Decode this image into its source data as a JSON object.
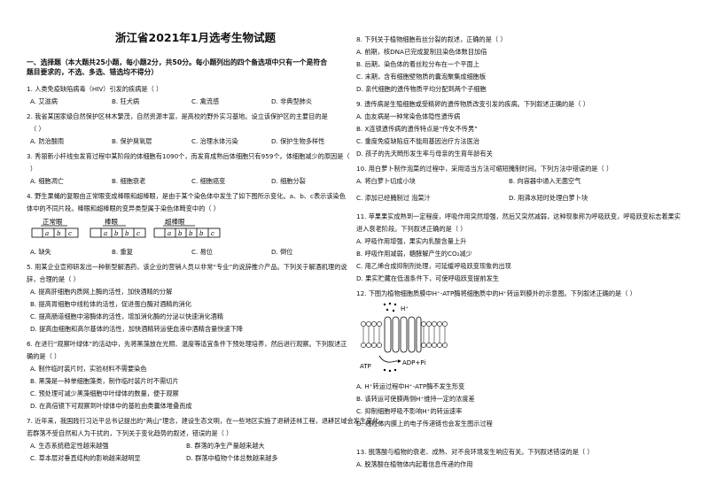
{
  "title": "浙江省2021年1月选考生物试题",
  "section1": "一、选择题（本大题共25小题，每小题2分，共50分。每小题列出的四个备选项中只有一个是符合",
  "section1b": "题目要求的，不选、多选、错选均不得分）",
  "q1": {
    "stem": "1. 人类免疫缺陷病毒（HIV）引发的疾病是（    ）",
    "a": "A. 艾滋病",
    "b": "B. 狂犬病",
    "c": "C. 禽流感",
    "d": "D. 非典型肺炎"
  },
  "q2": {
    "stem": "2. 我省某国家级自然保护区林木繁茂，自然资源丰富，是高校的野外实习基地。设立该保护区的主要目的是",
    "stem2": "（    ）",
    "a": "A. 防治酸雨",
    "b": "B. 保护臭氧层",
    "c": "C. 治理水体污染",
    "d": "D. 保护生物多样性"
  },
  "q3": {
    "stem": "3. 秀丽新小杆线虫发育过程中某阶段的体细胞有1090个，而发育成熟后体细胞只有959个。体细胞减少的原因是（",
    "stem2": "）",
    "a": "A. 细胞凋亡",
    "b": "B. 细胞衰老",
    "c": "C. 细胞癌变",
    "d": "D. 细胞分裂"
  },
  "q4": {
    "stem": "4. 野生果蝇的复眼由正常眼变成棒眼和超棒眼，是由于某个染色体中发生了如下图所示变化。a、b、c表示该染色",
    "stem2": "体中的不同片段。棒眼和超棒眼的变异类型属于染色体畸变中的（    ）",
    "fig1": "正常眼",
    "fig2": "棒眼",
    "fig3": "超棒眼",
    "a": "A. 缺失",
    "b": "B. 重复",
    "c": "C. 易位",
    "d": "D. 倒位"
  },
  "q5": {
    "stem": "5. 用某企业宣称研发出一种新型解酒药，该企业的营销人员以非常“专业”的说辞推介产品。下列关于解酒机理的说",
    "stem2": "辞，合理的是（    ）",
    "a": "A. 提高肝细胞内质网上酶的活性，加快酒精的分解",
    "b": "B. 提高胃细胞中线粒体的活性，促进蛋白酶对酒精的消化",
    "c": "C. 提高肠道细胞中溶酶体的活性，增加消化酶的分泌以快速消化酒精",
    "d": "D. 提高血细胞和高尔基体的活性，加快酒精转运使血液中酒精含量快速下降"
  },
  "q6": {
    "stem": "6. 在进行“观察叶绿体”的活动中，先将黑藻放在光照、温度等适宜条件下预处理培养，然后进行观察。下列叙述正",
    "stem2": "确的是（    ）",
    "a": "A. 制作临时装片时，实验材料不需要染色",
    "b": "B. 黑藻是一种单细胞藻类，制作临时装片时不需切片",
    "c": "C. 预处理可减少黑藻细胞中叶绿体的数量，便于观察",
    "d": "D. 在高倍镜下可观察到叶绿体中的基粒由类囊体堆叠而成"
  },
  "q7": {
    "stem": "7. 近年来，我国践行习近平总书记提出的“两山”理念，建设生态文明，在一些地区实施了退耕还林工程，退耕区域会发生变化。",
    "stem2": "若群落不受自然和人为干扰的，下列关于变化趋势的叙述，错误的是（    ）",
    "a": "A. 生态系统稳定性越来越强",
    "b": "B. 群落的净生产量越来越大",
    "c": "C. 草本层对垂直结构的影响越来越明显",
    "d": "D. 群落中植物个体总数越来越多"
  },
  "q8": {
    "stem": "8. 下列关于植物细胞有丝分裂的叙述，正确的是（    ）",
    "a": "A. 前期，核DNA已完成复制且染色体数目加倍",
    "b": "B. 后期，染色体的着丝粒分布在一个平面上",
    "c": "C. 末期，含有细胞壁物质的囊泡聚集成细胞板",
    "d": "D. 亲代细胞的遗传物质平均分配到两个子细胞"
  },
  "q9": {
    "stem": "9. 遗传病是生殖细胞或受精卵的遗传物质改变引发的疾病。下列叙述正确的是（    ）",
    "a": "A. 血友病是一种常染色体隐性遗传病",
    "b": "B. X连锁遗传病的遗传特点是“传女不传男”",
    "c": "C. 重度免疫缺陷症不能用基因治疗方法医治",
    "d": "D. 孩子的先天畸形发生率与母亲的生育年龄有关"
  },
  "q10": {
    "stem": "10. 用白萝卜制作泡菜的过程中，采用适当方法可缩短腌制时间。下列方法中错误的是（    ）",
    "a": "A. 将白萝卜切成小块",
    "b": "B. 向容器中通入无菌空气",
    "c": "C. 添加已经腌制过    泡菜汁",
    "d": "D. 用沸水短时处理白萝卜块"
  },
  "q11": {
    "stem": "11. 苹果果实成熟到一定程度，呼吸作用突然增强，然后又突然减弱，这种现象称为呼吸跃变，呼吸跃变标志着果实",
    "stem2": "进入衰老阶段。下列叙述正确的是（    ）",
    "a": "A. 呼吸作用增强，果实内乳酸含量上升",
    "b": "B. 呼吸作用减弱，糖酵解产生的CO₂减少",
    "c": "C. 用乙烯合成抑制剂处理，可延缓呼吸跃变现象的出现",
    "d": "D. 果实贮藏在低温条件下，可使呼吸跃变提前发生"
  },
  "q12": {
    "stem": "12. 下图为植物细胞质膜中H⁺-ATP酶将细胞质中的H⁺转运到膜外的示意图。下列叙述正确的是（    ）",
    "fig_h": "H⁺",
    "fig_atp": "ATP",
    "fig_adp": "ADP+Pi",
    "a": "A. H⁺转运过程中H⁺-ATP酶不发生形变",
    "b": "B. 该转运可使膜两侧H⁺维持一定的浓度差",
    "c": "C. 抑制细胞呼吸不影响H⁺的转运速率",
    "d": "D. 线粒体内膜上的电子传递链也会发生图示过程"
  },
  "q13": {
    "stem": "13. 脱落酸与植物的衰老、成熟、对不良环境发生响应有关。下列叙述错误的是（    ）",
    "a": "A. 脱落酸在植物体内起着信息传递的作用"
  }
}
